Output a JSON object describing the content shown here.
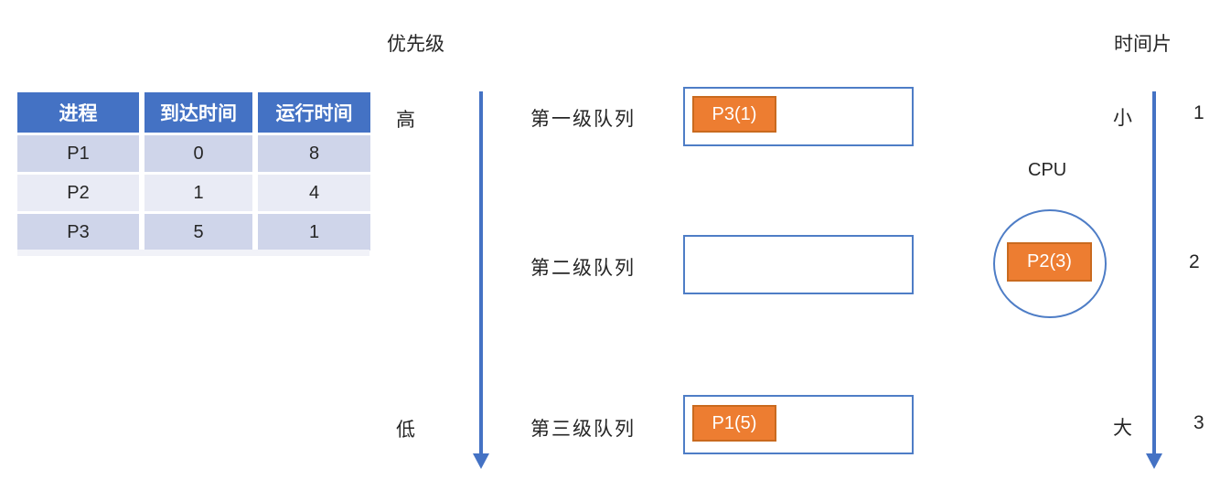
{
  "diagram": {
    "type": "multilevel-feedback-queue-scheduling"
  },
  "table": {
    "headers": [
      "进程",
      "到达时间",
      "运行时间"
    ],
    "rows": [
      [
        "P1",
        "0",
        "8"
      ],
      [
        "P2",
        "1",
        "4"
      ],
      [
        "P3",
        "5",
        "1"
      ]
    ]
  },
  "priority_axis": {
    "title": "优先级",
    "high_label": "高",
    "low_label": "低"
  },
  "timeslice_axis": {
    "title": "时间片",
    "small_label": "小",
    "large_label": "大",
    "ticks": [
      "1",
      "2",
      "3"
    ]
  },
  "queues": [
    {
      "label": "第一级队列",
      "chip": "P3(1)"
    },
    {
      "label": "第二级队列",
      "chip": ""
    },
    {
      "label": "第三级队列",
      "chip": "P1(5)"
    }
  ],
  "cpu": {
    "label": "CPU",
    "chip": "P2(3)"
  },
  "colors": {
    "blue": "#4472C4",
    "box_border_blue": "#4E7DC6",
    "orange_fill": "#ED7D31",
    "orange_border": "#C96A1F",
    "table_row_dark": "#CFD5EA",
    "table_row_light": "#E9EBF5",
    "header_text": "#FFFFFF",
    "text": "#262626"
  }
}
